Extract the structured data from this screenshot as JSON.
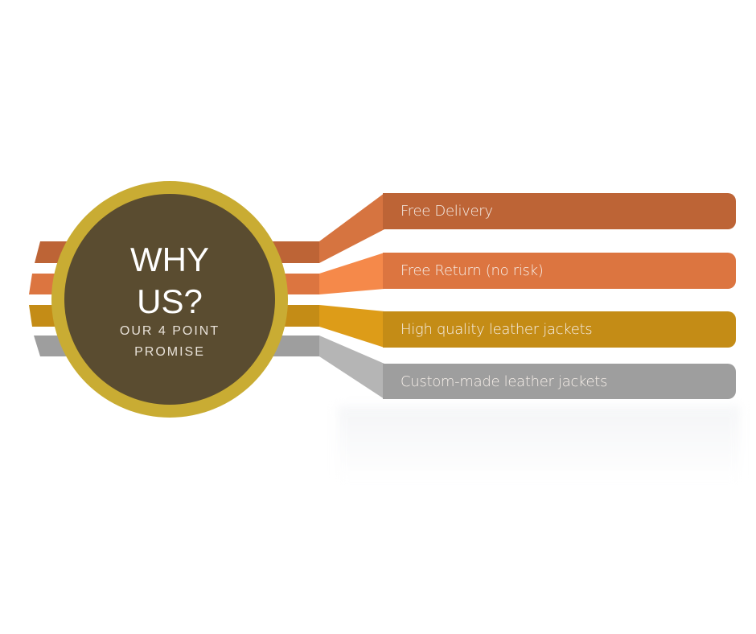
{
  "diagram": {
    "heading_line1": "WHY",
    "heading_line2": "US?",
    "subheading_line1": "OUR 4 POINT",
    "subheading_line2": "PROMISE",
    "colors": {
      "circle_ring": "#c9ac33",
      "circle_fill": "#5a4c30",
      "bar1": "#bd6436",
      "bar1_connector": "#d67440",
      "bar2": "#dc7540",
      "bar2_connector": "#f5894a",
      "bar3": "#c48c16",
      "bar3_connector": "#dd9c18",
      "bar4": "#9e9e9e",
      "bar4_connector": "#b5b5b5"
    },
    "points": [
      {
        "label": "Free Delivery"
      },
      {
        "label": "Free Return (no risk)"
      },
      {
        "label": "High quality leather jackets"
      },
      {
        "label": "Custom-made leather jackets"
      }
    ]
  }
}
